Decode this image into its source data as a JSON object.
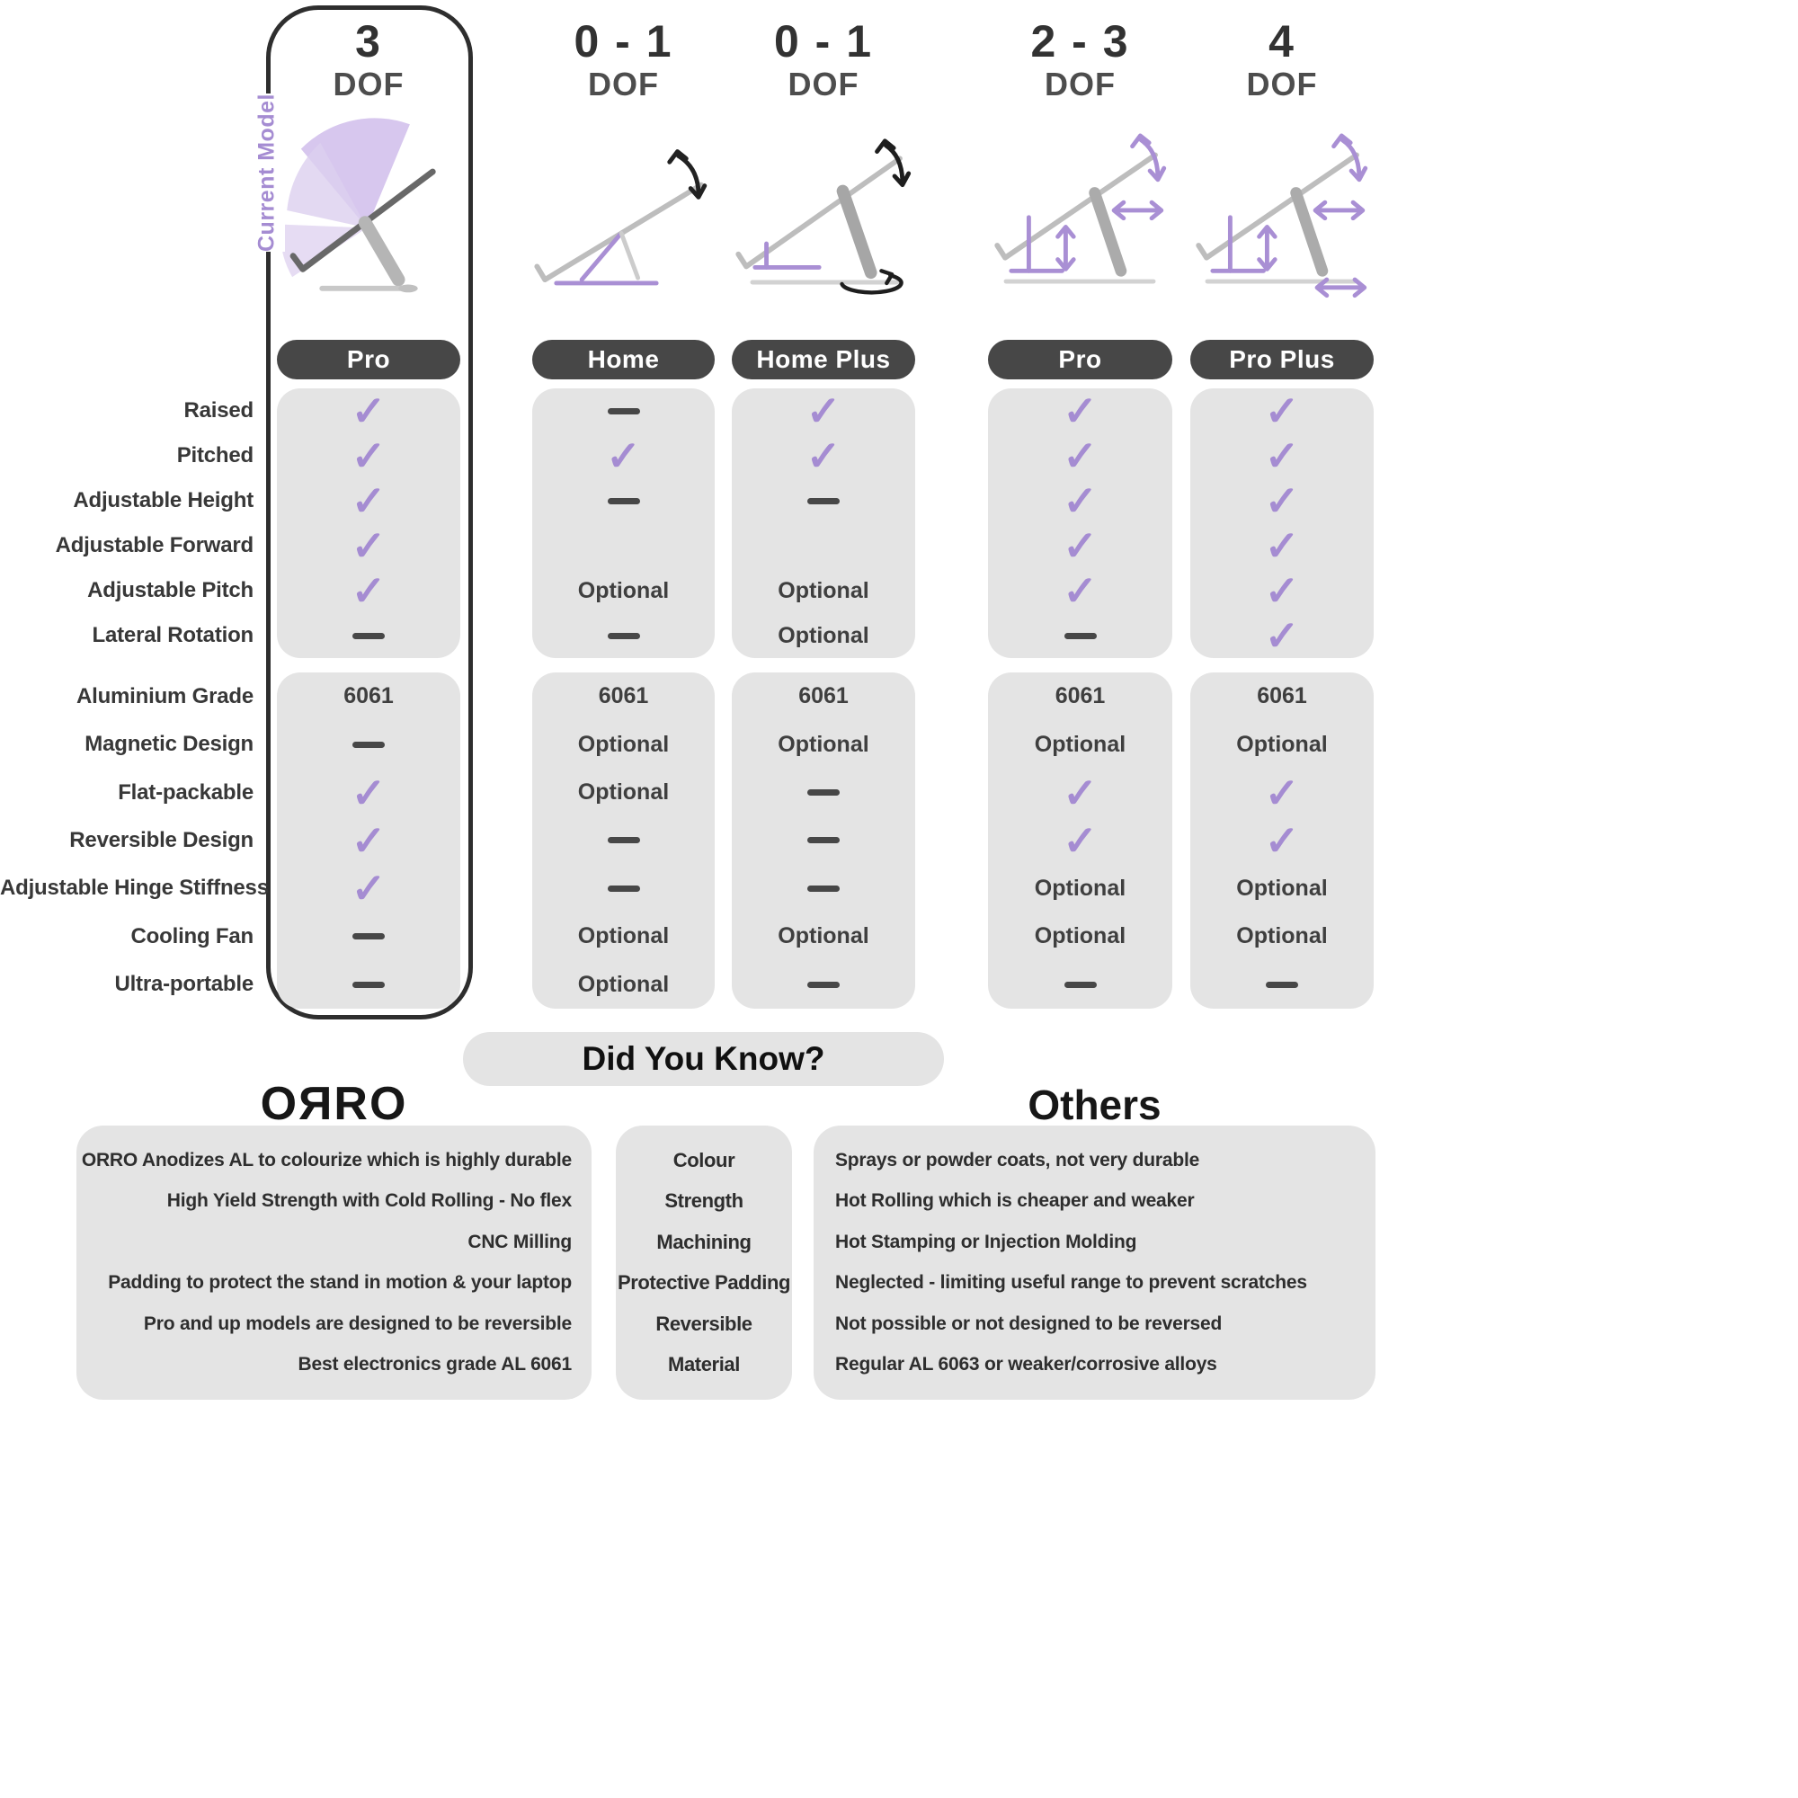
{
  "labels": {
    "dof": "DOF"
  },
  "header_columns": [
    {
      "dof": "3",
      "name": "Pro",
      "badge": "Current Model"
    },
    {
      "dof": "0 - 1",
      "name": "Home"
    },
    {
      "dof": "0 - 1",
      "name": "Home Plus"
    },
    {
      "dof": "2 - 3",
      "name": "Pro"
    },
    {
      "dof": "4",
      "name": "Pro Plus"
    }
  ],
  "feature_rows": [
    "Raised",
    "Pitched",
    "Adjustable Height",
    "Adjustable Forward",
    "Adjustable Pitch",
    "Lateral Rotation"
  ],
  "spec_rows": [
    "Aluminium Grade",
    "Magnetic Design",
    "Flat-packable",
    "Reversible Design",
    "Adjustable Hinge Stiffness",
    "Cooling Fan",
    "Ultra-portable"
  ],
  "cells": {
    "features": [
      [
        "check",
        "check",
        "check",
        "check",
        "check",
        "dash"
      ],
      [
        "dash",
        "check",
        "dash",
        "blank",
        "Optional",
        "dash"
      ],
      [
        "check",
        "check",
        "dash",
        "blank",
        "Optional",
        "Optional"
      ],
      [
        "check",
        "check",
        "check",
        "check",
        "check",
        "dash"
      ],
      [
        "check",
        "check",
        "check",
        "check",
        "check",
        "check"
      ]
    ],
    "specs": [
      [
        "6061",
        "dash",
        "check",
        "check",
        "check",
        "dash",
        "dash"
      ],
      [
        "6061",
        "Optional",
        "Optional",
        "dash",
        "dash",
        "Optional",
        "Optional"
      ],
      [
        "6061",
        "Optional",
        "dash",
        "dash",
        "dash",
        "Optional",
        "dash"
      ],
      [
        "6061",
        "Optional",
        "check",
        "check",
        "Optional",
        "Optional",
        "dash"
      ],
      [
        "6061",
        "Optional",
        "check",
        "check",
        "Optional",
        "Optional",
        "dash"
      ]
    ]
  },
  "did_you_know": {
    "title": "Did You Know?",
    "logo": "OЯRO",
    "others_title": "Others",
    "rows": [
      {
        "orro": "ORRO Anodizes AL to colourize which is highly durable",
        "category": "Colour",
        "others": "Sprays or powder coats, not very durable"
      },
      {
        "orro": "High Yield Strength with Cold Rolling - No flex",
        "category": "Strength",
        "others": "Hot Rolling which is cheaper and weaker"
      },
      {
        "orro": "CNC Milling",
        "category": "Machining",
        "others": "Hot Stamping or Injection Molding"
      },
      {
        "orro": "Padding to protect the stand in motion & your laptop",
        "category": "Protective Padding",
        "others": "Neglected - limiting useful range to prevent scratches"
      },
      {
        "orro": "Pro and up models are designed to be reversible",
        "category": "Reversible",
        "others": "Not possible or not designed to be reversed"
      },
      {
        "orro": "Best electronics grade AL 6061",
        "category": "Material",
        "others": "Regular AL 6063 or weaker/corrosive alloys"
      }
    ]
  },
  "colors": {
    "accent_purple": "#a58cd2",
    "dark_gray": "#474747",
    "panel_gray": "#e4e4e4"
  }
}
